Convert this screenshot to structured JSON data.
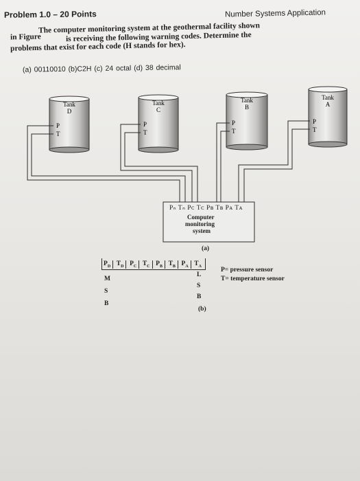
{
  "header": {
    "left": "Problem 1.0 – 20 Points",
    "right": "Number Systems Application"
  },
  "intro": {
    "line1": "The computer monitoring system at the geothermal facility shown",
    "line2_a": "in Figure",
    "line2_b": "is receiving the following warning codes. Determine the",
    "line3": "problems that exist for each code (H stands for hex)."
  },
  "codes": "(a) 00110010  (b)C2H  (c) 24 octal (d) 38 decimal",
  "tanks": [
    {
      "label": "Tank",
      "letter": "D"
    },
    {
      "label": "Tank",
      "letter": "C"
    },
    {
      "label": "Tank",
      "letter": "B"
    },
    {
      "label": "Tank",
      "letter": "A"
    }
  ],
  "sensor_p": "P",
  "sensor_t": "T",
  "computer": {
    "inputs": "Pₙ Tₙ Pᴄ Tᴄ Pʙ Tʙ Pᴀ Tᴀ",
    "line1": "Computer",
    "line2": "monitoring",
    "line3": "system"
  },
  "caption_a": "(a)",
  "code_word": {
    "bits": [
      "P_D",
      "T_D",
      "P_C",
      "T_C",
      "P_B",
      "T_B",
      "P_A",
      "T_A"
    ],
    "msb_letters": [
      "M",
      "S",
      "B"
    ],
    "lsb_letters": [
      "L",
      "S",
      "B"
    ]
  },
  "legend": {
    "p": "P= pressure sensor",
    "t": "T= temperature sensor"
  },
  "caption_b": "(b)"
}
